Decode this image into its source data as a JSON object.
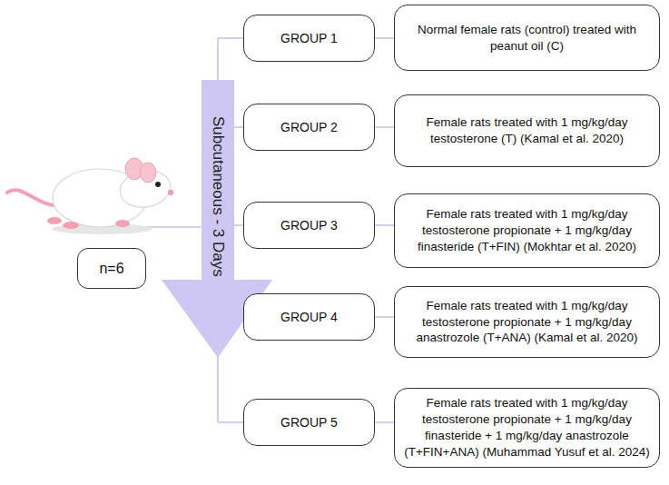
{
  "diagram": {
    "nodes": [
      {
        "text": [
          "Subcutaneous - 3 Days"
        ]
      },
      {
        "text": [
          "GROUP 1"
        ]
      },
      {
        "text": [
          "Normal female rats (control) treated with peanut oil (C)"
        ]
      },
      {
        "text": [
          "GROUP 2"
        ]
      },
      {
        "text": [
          "Female rats treated with 1 mg/kg/day testosterone (T) (Kamal et al. 2020)"
        ]
      },
      {
        "text": [
          "GROUP 3"
        ]
      },
      {
        "text": [
          "Female rats treated with 1 mg/kg/day testosterone propionate + 1 mg/kg/day finasteride (T+FIN) (Mokhtar et al. 2020)"
        ]
      },
      {
        "text": [
          "GROUP 4"
        ]
      },
      {
        "text": [
          "Female rats treated with 1 mg/kg/day testosterone propionate + 1 mg/kg/day anastrozole (T+ANA) (Kamal et al. 2020)"
        ]
      },
      {
        "text": [
          "GROUP 5"
        ]
      },
      {
        "text": [
          "Female rats treated with 1 mg/kg/day testosterone propionate + 1 mg/kg/day finasteride + 1 mg/kg/day anastrozole (T+FIN+ANA) (Muhammad Yusuf et al. 2024)"
        ]
      },
      {
        "text": [
          "n=6"
        ]
      }
    ],
    "edges": [
      {
        "from": 1,
        "to": 2,
        "arrow": "none"
      },
      {
        "from": 3,
        "to": 4,
        "arrow": "none"
      },
      {
        "from": 5,
        "to": 6,
        "arrow": "none"
      },
      {
        "from": 7,
        "to": 8,
        "arrow": "none"
      },
      {
        "from": 9,
        "to": 10,
        "arrow": "none"
      }
    ]
  }
}
